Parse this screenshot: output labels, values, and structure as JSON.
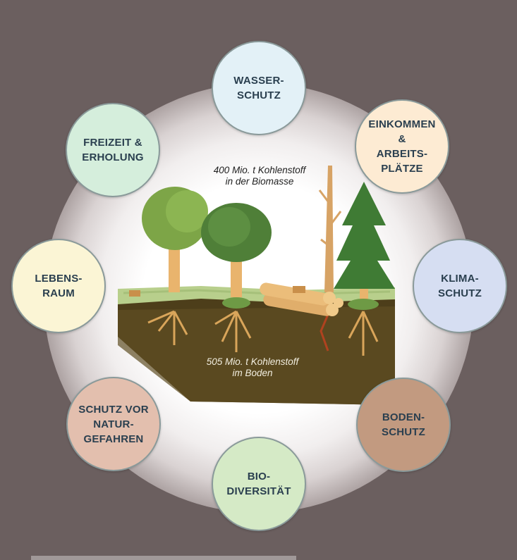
{
  "center_labels": {
    "biomass": "400 Mio. t Kohlenstoff\nin der Biomasse",
    "soil": "505 Mio. t Kohlenstoff\nim Boden"
  },
  "circles": [
    {
      "id": "wasserschutz",
      "label": "WASSER-\nSCHUTZ",
      "color": "#e3f1f7"
    },
    {
      "id": "einkommen",
      "label": "EINKOMMEN\n&\nARBEITS-\nPLÄTZE",
      "color": "#fdebd3"
    },
    {
      "id": "klimaschutz",
      "label": "KLIMA-\nSCHUTZ",
      "color": "#d6def2"
    },
    {
      "id": "bodenschutz",
      "label": "BODEN-\nSCHUTZ",
      "color": "#c29a80"
    },
    {
      "id": "biodiversitaet",
      "label": "BIO-\nDIVERSITÄT",
      "color": "#d5eac6"
    },
    {
      "id": "schutz-vor-naturgefahren",
      "label": "SCHUTZ VOR\nNATUR-\nGEFAHREN",
      "color": "#e3bfae"
    },
    {
      "id": "lebensraum",
      "label": "LEBENS-\nRAUM",
      "color": "#fbf5d5"
    },
    {
      "id": "freizeit",
      "label": "FREIZEIT &\nERHOLUNG",
      "color": "#d5eedc"
    }
  ]
}
